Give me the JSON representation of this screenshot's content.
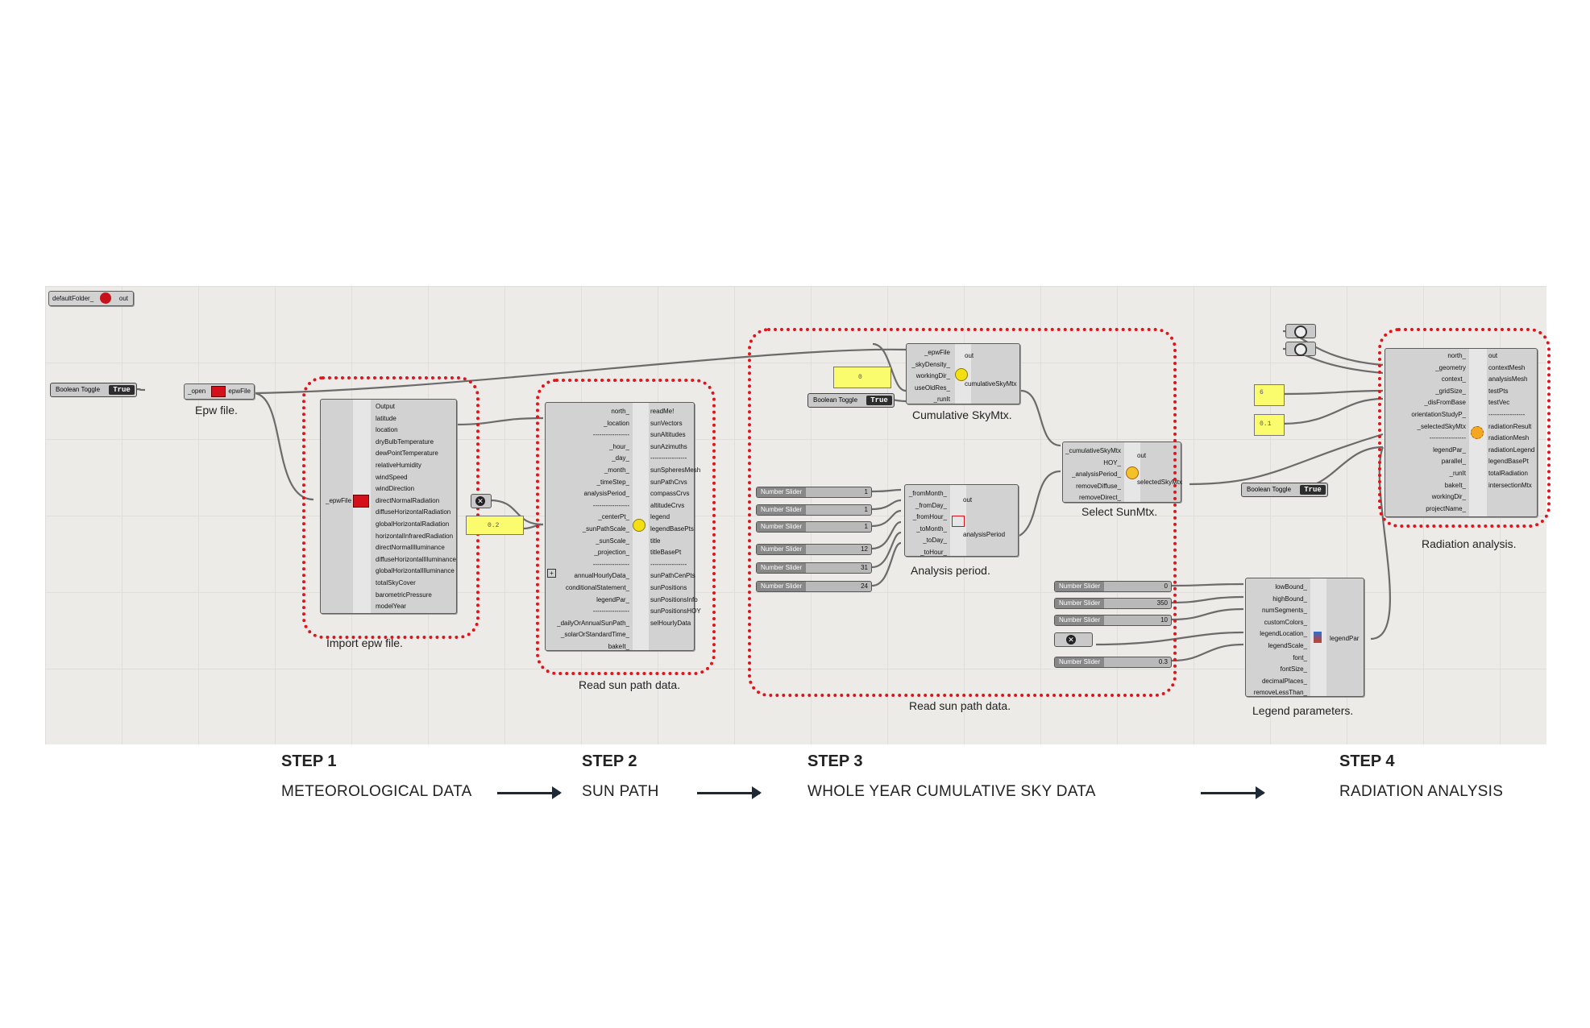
{
  "colors": {
    "highlight": "#e1141b",
    "canvas": "#ecebe8",
    "component": "#d2d2d2",
    "panel": "#fbfb6e",
    "arrow": "#1d2a36"
  },
  "default_folder": {
    "input": "defaultFolder_",
    "output": "out"
  },
  "bool_toggle_1": {
    "label": "Boolean Toggle",
    "value": "True"
  },
  "open_epw": {
    "input": "_open",
    "output": "epwFile",
    "caption": "Epw file."
  },
  "import_epw": {
    "input": "_epwFile",
    "outputs": [
      "Output",
      "latitude",
      "location",
      "dryBulbTemperature",
      "dewPointTemperature",
      "relativeHumidity",
      "windSpeed",
      "windDirection",
      "directNormalRadiation",
      "diffuseHorizontalRadiation",
      "globalHorizontalRadiation",
      "horizontalInfraredRadiation",
      "directNormalIlluminance",
      "diffuseHorizontalIlluminance",
      "globalHorizontalIlluminance",
      "totalSkyCover",
      "barometricPressure",
      "modelYear"
    ],
    "caption": "Import epw file."
  },
  "panel_scale": {
    "value": "0.2"
  },
  "sunpath": {
    "inputs": [
      "north_",
      "_location",
      "-----------------",
      "_hour_",
      "_day_",
      "_month_",
      "_timeStep_",
      "analysisPeriod_",
      "-----------------",
      "_centerPt_",
      "_sunPathScale_",
      "_sunScale_",
      "_projection_",
      "-----------------",
      "annualHourlyData_",
      "conditionalStatement_",
      "legendPar_",
      "-----------------",
      "_dailyOrAnnualSunPath_",
      "_solarOrStandardTime_",
      "bakeIt_"
    ],
    "outputs": [
      "readMe!",
      "sunVectors",
      "sunAltitudes",
      "sunAzimuths",
      "-----------------",
      "sunSpheresMesh",
      "sunPathCrvs",
      "compassCrvs",
      "altitudeCrvs",
      "legend",
      "legendBasePts",
      "title",
      "titleBasePt",
      "-----------------",
      "sunPathCenPts",
      "sunPositions",
      "sunPositionsInfo",
      "sunPositionsHOY",
      "selHourlyData"
    ],
    "caption": "Read sun path data."
  },
  "panel_zero": {
    "value": "0"
  },
  "bool_toggle_2": {
    "label": "Boolean Toggle",
    "value": "True"
  },
  "sky_mtx": {
    "inputs": [
      "_epwFile",
      "_skyDensity_",
      "workingDir_",
      "useOldRes_",
      "_runIt"
    ],
    "outputs": [
      "out",
      "cumulativeSkyMtx"
    ],
    "caption": "Cumulative SkyMtx."
  },
  "sliders_period": [
    {
      "label": "Number Slider",
      "value": "1"
    },
    {
      "label": "Number Slider",
      "value": "1"
    },
    {
      "label": "Number Slider",
      "value": "1"
    },
    {
      "label": "Number Slider",
      "value": "12"
    },
    {
      "label": "Number Slider",
      "value": "31"
    },
    {
      "label": "Number Slider",
      "value": "24"
    }
  ],
  "analysis_period": {
    "inputs": [
      "_fromMonth_",
      "_fromDay_",
      "_fromHour_",
      "_toMonth_",
      "_toDay_",
      "_toHour_"
    ],
    "outputs": [
      "out",
      "analysisPeriod"
    ],
    "caption": "Analysis period."
  },
  "select_sun": {
    "inputs": [
      "_cumulativeSkyMtx",
      "HOY_",
      "_analysisPeriod_",
      "removeDiffuse_",
      "removeDirect_"
    ],
    "outputs": [
      "out",
      "selectedSkyMtx"
    ],
    "caption": "Select SunMtx."
  },
  "step3_caption": "Read sun path data.",
  "panel_six": {
    "value": "6"
  },
  "panel_grid": {
    "value": "0.1"
  },
  "bool_toggle_3": {
    "label": "Boolean Toggle",
    "value": "True"
  },
  "sliders_legend": [
    {
      "label": "Number Slider",
      "value": "0"
    },
    {
      "label": "Number Slider",
      "value": "350"
    },
    {
      "label": "Number Slider",
      "value": "10"
    },
    {
      "label": "Number Slider",
      "value": "0.3"
    }
  ],
  "legend_params": {
    "inputs": [
      "lowBound_",
      "highBound_",
      "numSegments_",
      "customColors_",
      "legendLocation_",
      "legendScale_",
      "font_",
      "fontSize_",
      "decimalPlaces_",
      "removeLessThan_"
    ],
    "output": "legendPar",
    "caption": "Legend parameters."
  },
  "radiation": {
    "inputs": [
      "north_",
      "_geometry",
      "context_",
      "_gridSize_",
      "_disFromBase",
      "orientationStudyP_",
      "_selectedSkyMtx",
      "-----------------",
      "legendPar_",
      "parallel_",
      "_runIt",
      "bakeIt_",
      "workingDir_",
      "projectName_"
    ],
    "outputs": [
      "out",
      "contextMesh",
      "analysisMesh",
      "testPts",
      "testVec",
      "-----------------",
      "radiationResult",
      "radiationMesh",
      "radiationLegend",
      "legendBasePt",
      "totalRadiation",
      "intersectionMtx"
    ],
    "caption": "Radiation analysis."
  },
  "steps": [
    {
      "num": "STEP 1",
      "desc": "METEOROLOGICAL DATA"
    },
    {
      "num": "STEP 2",
      "desc": "SUN PATH"
    },
    {
      "num": "STEP 3",
      "desc": "WHOLE YEAR CUMULATIVE SKY DATA"
    },
    {
      "num": "STEP 4",
      "desc": "RADIATION ANALYSIS"
    }
  ]
}
